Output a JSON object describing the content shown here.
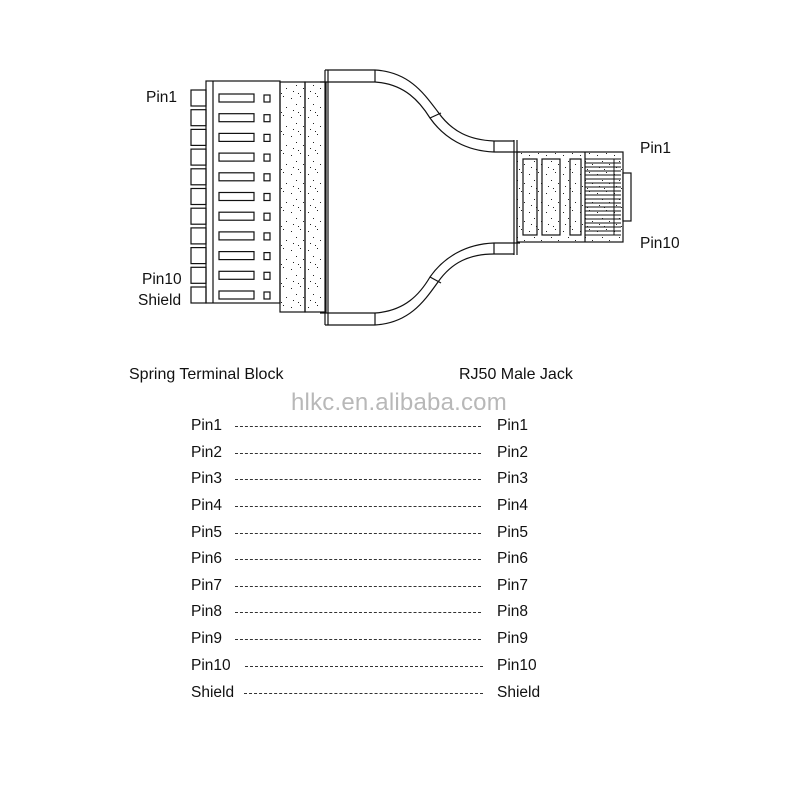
{
  "diagram": {
    "left_connector": {
      "name": "Spring Terminal Block",
      "pin_count": 11,
      "labels": {
        "top": "Pin1",
        "pin10": "Pin10",
        "shield": "Shield"
      }
    },
    "right_connector": {
      "name": "RJ50 Male Jack",
      "labels": {
        "top": "Pin1",
        "bottom": "Pin10"
      }
    }
  },
  "captions": {
    "left": "Spring Terminal Block",
    "right": "RJ50 Male Jack"
  },
  "watermark": "hlkc.en.alibaba.com",
  "wiring": {
    "rows": [
      {
        "left": "Pin1",
        "right": "Pin1"
      },
      {
        "left": "Pin2",
        "right": "Pin2"
      },
      {
        "left": "Pin3",
        "right": "Pin3"
      },
      {
        "left": "Pin4",
        "right": "Pin4"
      },
      {
        "left": "Pin5",
        "right": "Pin5"
      },
      {
        "left": "Pin6",
        "right": "Pin6"
      },
      {
        "left": "Pin7",
        "right": "Pin7"
      },
      {
        "left": "Pin8",
        "right": "Pin8"
      },
      {
        "left": "Pin9",
        "right": "Pin9"
      },
      {
        "left": "Pin10",
        "right": "Pin10"
      },
      {
        "left": "Shield",
        "right": "Shield"
      }
    ]
  },
  "colors": {
    "line": "#111111",
    "watermark": "#b8b8b8",
    "background": "#ffffff"
  }
}
